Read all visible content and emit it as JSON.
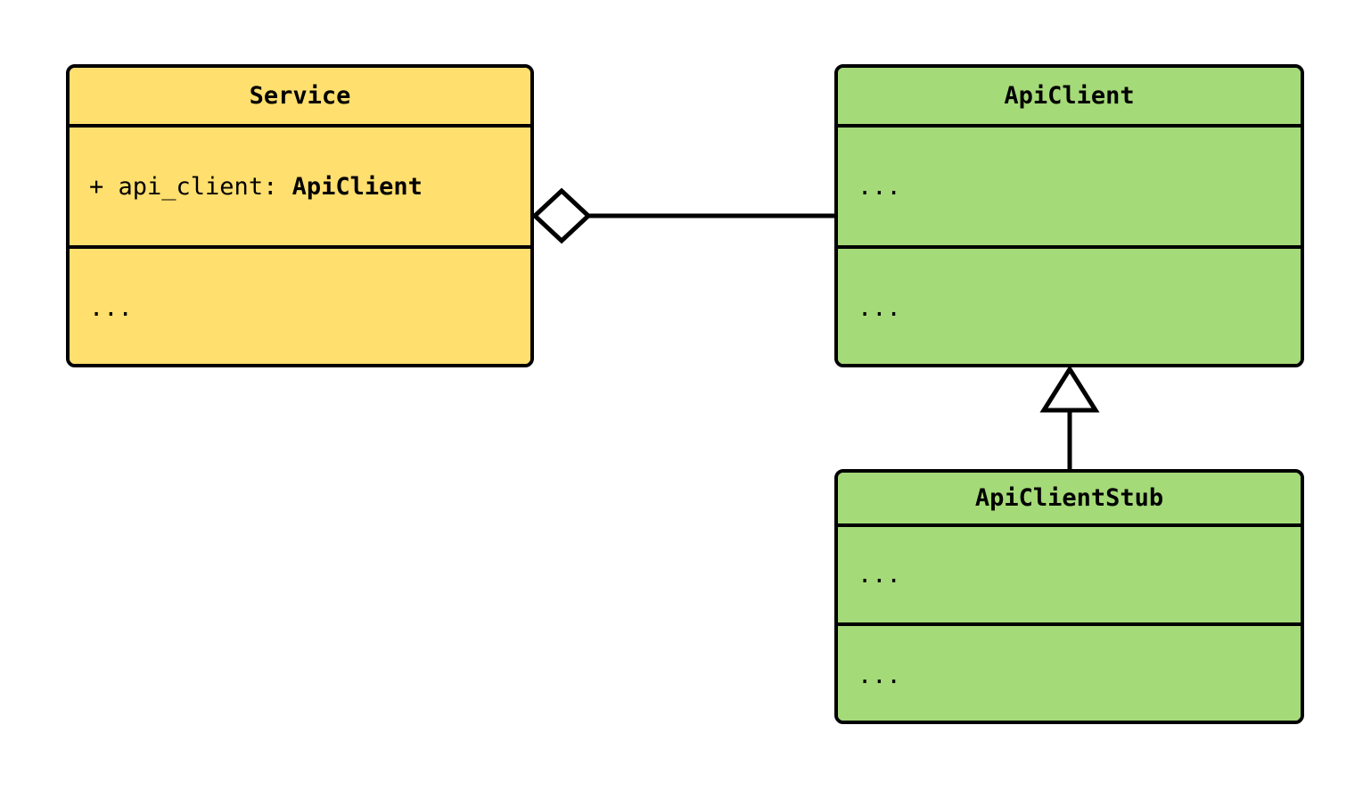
{
  "diagram": {
    "type": "uml-class-diagram",
    "background_color": "#ffffff",
    "line_color": "#000000",
    "classes": [
      {
        "id": "service",
        "name": "Service",
        "fill_color": "#ffdf6e",
        "attributes_text": "+ api_client: ApiClient",
        "attribute_visibility": "+ ",
        "attribute_name": "api_client: ",
        "attribute_type": "ApiClient",
        "operations_text": "..."
      },
      {
        "id": "apiclient",
        "name": "ApiClient",
        "fill_color": "#a4da78",
        "attributes_text": "...",
        "operations_text": "..."
      },
      {
        "id": "apiclientstub",
        "name": "ApiClientStub",
        "fill_color": "#a4da78",
        "attributes_text": "...",
        "operations_text": "..."
      }
    ],
    "relationships": [
      {
        "id": "service-aggregates-apiclient",
        "kind": "aggregation",
        "marker": "hollow-diamond",
        "source": "Service",
        "target": "ApiClient",
        "label": ""
      },
      {
        "id": "apiclientstub-inherits-apiclient",
        "kind": "generalization",
        "marker": "hollow-triangle",
        "source": "ApiClientStub",
        "target": "ApiClient",
        "label": ""
      }
    ]
  }
}
